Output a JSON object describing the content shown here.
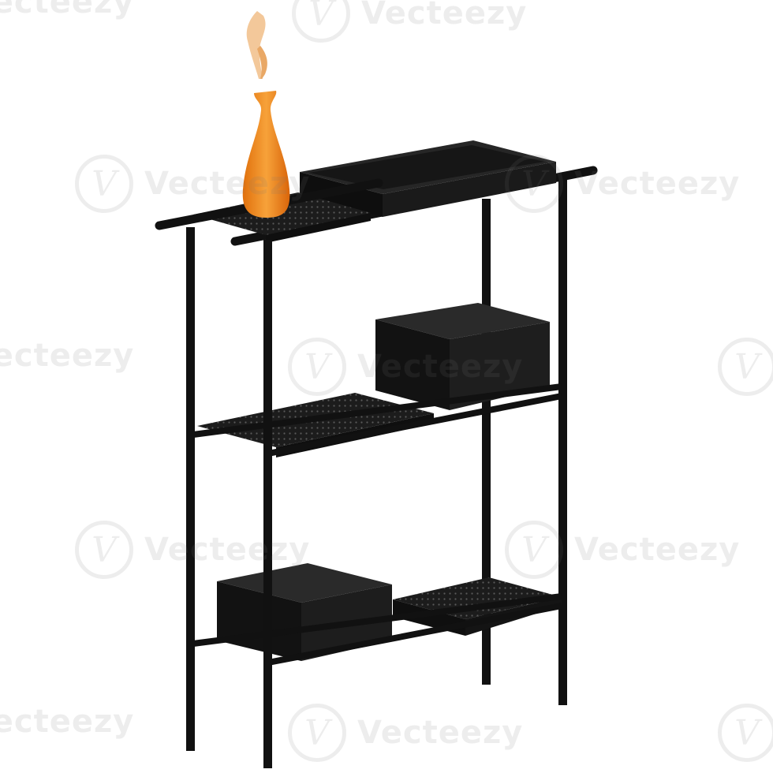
{
  "scene": {
    "subject": "black-metal-shelf",
    "background": "#ffffff",
    "frame_color": "#111111",
    "shelf_color": "#1c1c1c",
    "vase_color": "#f08a1c",
    "flower_color": "#f3c89a"
  },
  "watermark": {
    "text": "Vecteezy",
    "logo_glyph": "V",
    "color": "#7a7a7a"
  }
}
